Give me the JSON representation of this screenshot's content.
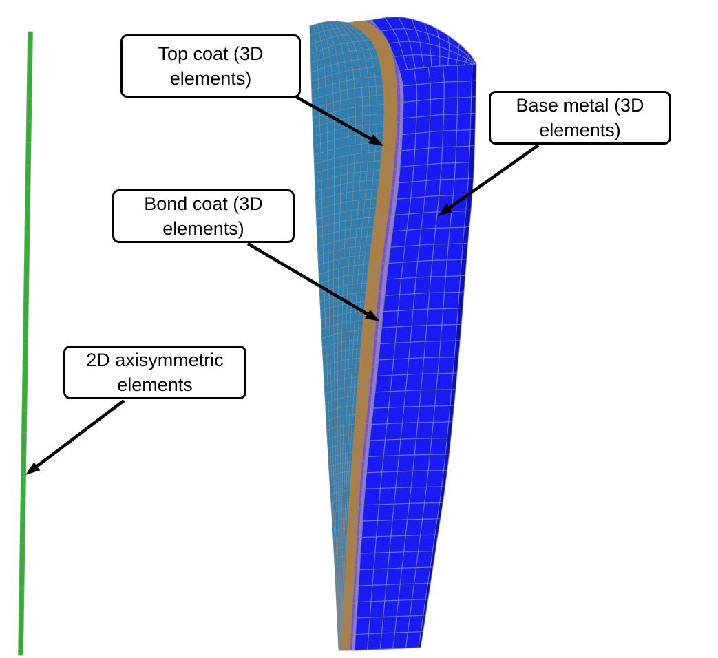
{
  "figure": {
    "background": "#FFFFFF"
  },
  "labels": {
    "top_coat": "Top coat (3D elements)",
    "bond_coat": "Bond coat (3D elements)",
    "base_metal": "Base metal (3D elements)",
    "axisymmetric": "2D axisymmetric elements"
  },
  "colors": {
    "top_coat_face": "#2E7FB2",
    "top_coat_section": "#AF7F3E",
    "bond_coat_dark": "#7B52CE",
    "bond_coat_light": "#9678DC",
    "base_metal": "#1A1AF5",
    "base_metal_side": "#0D0DC2",
    "mesh_line_blue": "#6C7CA4",
    "mesh_line_fine": "#85878A",
    "axis_line_green": "#2CB42C",
    "axis_line_edge": "#8D8D8D",
    "annotation_border": "#000000",
    "annotation_bg": "#FFFFFF",
    "arrow": "#000000",
    "text": "#000000"
  }
}
